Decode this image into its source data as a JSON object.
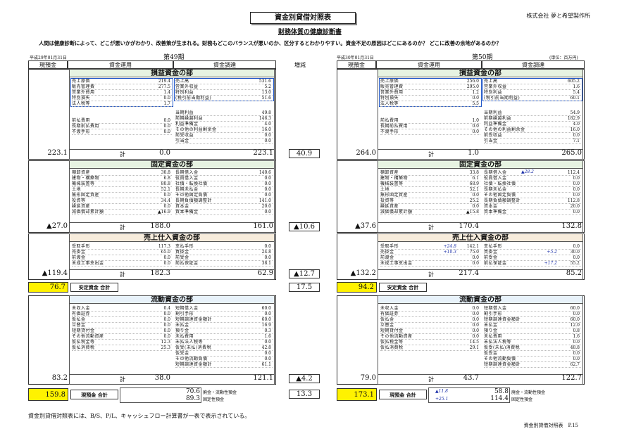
{
  "title": "資金別貸借対照表",
  "subtitle": "財務体質の健康診断書",
  "company": "株式会社 夢と希望製作所",
  "lead": "人間は健康診断によって、どこが悪いかがわかり、改善策が生まれる。財務もどこのバランスが悪いのか、区分するとわかりやすい。資金不足の原因はどこにあるのか？ どこに改善の余地があるのか？",
  "headers": {
    "cash": "現預金",
    "use": "資金運用",
    "procure": "資金調達",
    "diff": "増減",
    "unit": "(単位：百万円)"
  },
  "left": {
    "date": "平成29年01月31日",
    "period": "第49期"
  },
  "right": {
    "date": "平成30年01月31日",
    "period": "第50期"
  },
  "sections": {
    "pl": "損益資金の部",
    "fixed": "固定資金の部",
    "sales": "売上仕入資金の部",
    "current": "流動資金の部"
  },
  "total_label": "計",
  "stable_label": "安定資金 合計",
  "cash_label": "現預金 合計",
  "cash_sub1": "廃金・流動性預金",
  "cash_sub2": "固定性預金",
  "pl_use_labels": [
    "売上原価",
    "販売管理費",
    "営業外費用",
    "特別損失",
    "法人税等"
  ],
  "pl_proc_labels": [
    "売上高",
    "営業外収益",
    "特別利益",
    "(税引前当期利益)"
  ],
  "pl_use_labels2": [
    "前払費用",
    "長期前払費用",
    "不渡手形"
  ],
  "pl_proc_labels2": [
    "当期利益",
    "前期繰越利益",
    "利益準備金",
    "その他の利益剰余金",
    "前受収益",
    "引当金"
  ],
  "fixed_use_labels": [
    "棚卸資産",
    "建物・構築物",
    "機械装置等",
    "土地",
    "無形固定資産",
    "投資等",
    "繰延資産",
    "減価償却累計額"
  ],
  "fixed_proc_labels": [
    "長期借入金",
    "役員借入金",
    "社債・転換社債",
    "長期未払金",
    "その他固定負債",
    "長期負債額調整計",
    "資本金",
    "資本準備金"
  ],
  "sales_use_labels": [
    "受取手形",
    "売掛金",
    "前渡金",
    "未成工事支出金"
  ],
  "sales_proc_labels": [
    "支払手形",
    "買掛金",
    "前受金",
    "前払保証金"
  ],
  "cur_use_labels": [
    "未収入金",
    "有価証券",
    "仮払金",
    "立替金",
    "短期貸付金",
    "その他流動資産",
    "仮払税金等",
    "仮払消費税"
  ],
  "cur_proc_labels": [
    "短期借入金",
    "割引手形",
    "短期調達資金額計",
    "未払金",
    "預り金",
    "未払費用",
    "未払法人税等",
    "仮受(未払)消費税",
    "仮受金",
    "その他流動負債",
    "短期調達資金額計"
  ],
  "L": {
    "pl_use": [
      "219.4",
      "277.5",
      "1.4",
      "0.0",
      "1.7"
    ],
    "pl_proc": [
      "531.6",
      "5.2",
      "13.0",
      "51.6"
    ],
    "pl_use2": [
      "0.0",
      "0.0",
      "0.0"
    ],
    "pl_proc2": [
      "49.8",
      "146.3",
      "4.0",
      "16.0",
      "0.0",
      "0.0"
    ],
    "pl_total_use": "0.0",
    "pl_total_proc": "223.1",
    "pl_cash": "223.1",
    "pl_diff": "40.9",
    "fixed_use": [
      "30.8",
      "6.8",
      "80.8",
      "52.1",
      "0.0",
      "34.4",
      "0.0",
      "▲16.9"
    ],
    "fixed_proc": [
      "140.6",
      "0.0",
      "0.0",
      "0.0",
      "0.0",
      "141.0",
      "20.0",
      "0.0"
    ],
    "fixed_total_use": "188.0",
    "fixed_total_proc": "161.0",
    "fixed_cash": "▲27.0",
    "fixed_diff": "▲10.6",
    "sales_use": [
      "117.3",
      "65.0",
      "0.0",
      "0.0"
    ],
    "sales_proc": [
      "0.0",
      "24.8",
      "0.0",
      "38.1"
    ],
    "sales_total_use": "182.3",
    "sales_total_proc": "62.9",
    "sales_cash": "▲119.4",
    "sales_diff": "▲12.7",
    "stable": "76.7",
    "stable_diff": "17.5",
    "cur_use": [
      "0.4",
      "0.0",
      "0.0",
      "0.0",
      "0.0",
      "0.0",
      "12.3",
      "25.3"
    ],
    "cur_proc": [
      "60.0",
      "0.0",
      "60.0",
      "16.9",
      "0.3",
      "1.6",
      "0.0",
      "42.8",
      "0.0",
      "0.0",
      "61.1"
    ],
    "cur_total_use": "38.0",
    "cur_total_proc": "121.1",
    "cur_cash": "83.2",
    "cur_diff": "▲4.2",
    "cash_total": "159.8",
    "cash_v1": "70.6",
    "cash_v2": "89.3",
    "cash_diff": "13.3"
  },
  "R": {
    "pl_use": [
      "256.0",
      "295.0",
      "1.2",
      "0.0",
      "5.5"
    ],
    "pl_proc": [
      "605.2",
      "1.6",
      "5.4",
      "60.1"
    ],
    "pl_use2": [
      "1.0",
      "0.0",
      "0.0"
    ],
    "pl_proc2": [
      "54.9",
      "182.9",
      "4.0",
      "16.0",
      "0.0",
      "7.1"
    ],
    "pl_total_use": "1.0",
    "pl_total_proc": "265.0",
    "pl_cash": "264.0",
    "fixed_use": [
      "33.8",
      "6.1",
      "68.9",
      "52.1",
      "0.0",
      "25.2",
      "0.0",
      "▲15.8"
    ],
    "fixed_proc": [
      "112.4",
      "0.0",
      "0.0",
      "0.0",
      "0.0",
      "112.8",
      "20.0",
      "0.0"
    ],
    "fixed_note": "▲28.2",
    "fixed_total_use": "170.4",
    "fixed_total_proc": "132.8",
    "fixed_cash": "▲37.6",
    "sales_use": [
      "142.1",
      "75.0",
      "0.0",
      "0.0"
    ],
    "sales_use_note": [
      "+24.8",
      "+10.3",
      "",
      ""
    ],
    "sales_proc": [
      "0.0",
      "30.0",
      "0.0",
      "55.2"
    ],
    "sales_proc_note": [
      "",
      "+5.2",
      "",
      "+17.2"
    ],
    "sales_total_use": "217.4",
    "sales_total_proc": "85.2",
    "sales_cash": "▲132.2",
    "stable": "94.2",
    "cur_use": [
      "0.0",
      "0.0",
      "0.0",
      "0.0",
      "0.0",
      "0.0",
      "14.5",
      "29.1"
    ],
    "cur_proc": [
      "60.0",
      "0.0",
      "60.0",
      "12.0",
      "0.8",
      "1.6",
      "0.0",
      "48.8",
      "0.0",
      "0.0",
      "62.7"
    ],
    "cur_total_use": "43.7",
    "cur_total_proc": "122.7",
    "cur_cash": "79.0",
    "cash_total": "173.1",
    "cash_v1": "58.8",
    "cash_v2": "114.4",
    "cash_n1": "▲11.8",
    "cash_n2": "+25.1"
  },
  "footnote": "資金別貸借対照表には、B/S、P/L、キャッシュフロー計算書が一表で表示されている。",
  "page": "資金別貸借対照表　P.15"
}
